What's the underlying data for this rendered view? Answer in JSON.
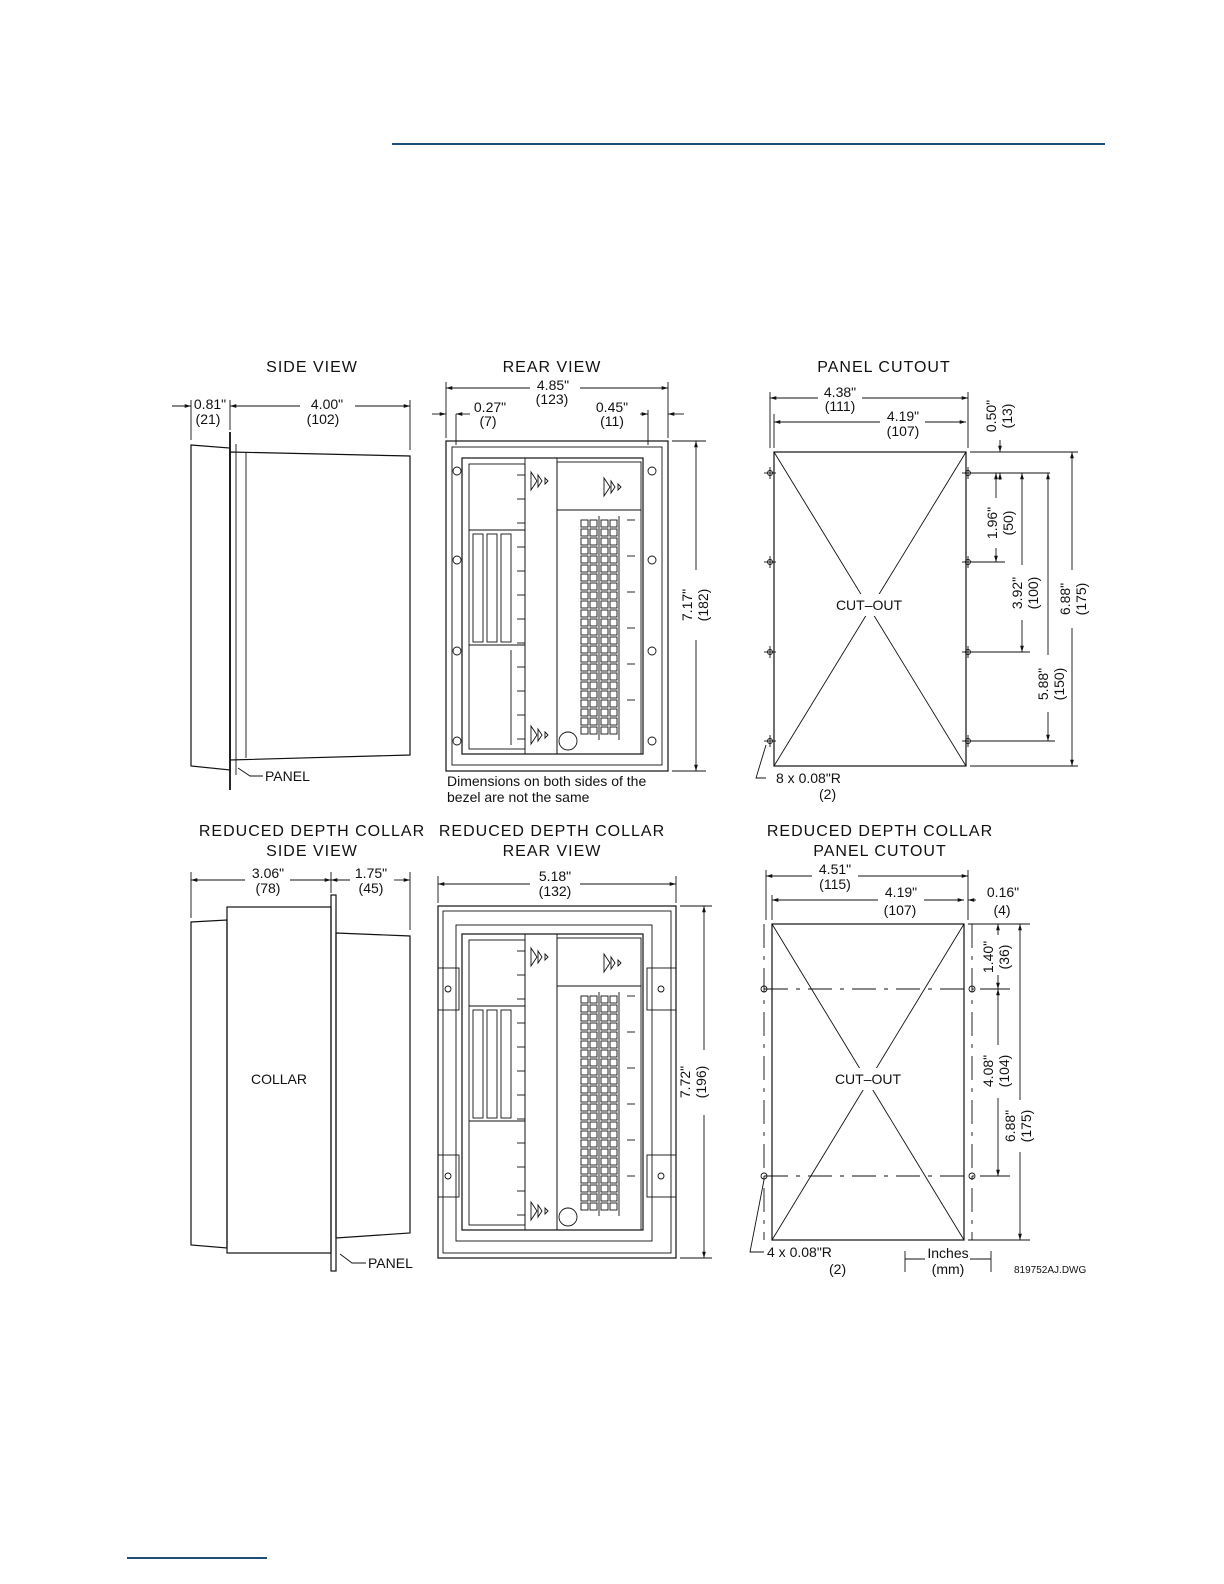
{
  "colors": {
    "rule": "#1f4e79",
    "ink": "#111111",
    "background": "#ffffff"
  },
  "titles": {
    "side_view": "SIDE  VIEW",
    "rear_view": "REAR  VIEW",
    "panel_cutout": "PANEL  CUTOUT",
    "rd_side_1": "REDUCED  DEPTH  COLLAR",
    "rd_side_2": "SIDE  VIEW",
    "rd_rear_1": "REDUCED  DEPTH  COLLAR",
    "rd_rear_2": "REAR  VIEW",
    "rd_cut_1": "REDUCED  DEPTH  COLLAR",
    "rd_cut_2": "PANEL  CUTOUT"
  },
  "side_view": {
    "dim_a_in": "0.81\"",
    "dim_a_mm": "(21)",
    "dim_b_in": "4.00\"",
    "dim_b_mm": "(102)",
    "panel_label": "PANEL"
  },
  "rear_view": {
    "width_in": "4.85\"",
    "width_mm": "(123)",
    "left_in": "0.27\"",
    "left_mm": "(7)",
    "right_in": "0.45\"",
    "right_mm": "(11)",
    "height_in": "7.17\"",
    "height_mm": "(182)",
    "note_line1": "Dimensions  on  both  sides  of  the",
    "note_line2": "bezel  are  not  the  same"
  },
  "panel_cutout": {
    "outer_w_in": "4.38\"",
    "outer_w_mm": "(111)",
    "inner_w_in": "4.19\"",
    "inner_w_mm": "(107)",
    "top_in": "0.50\"",
    "top_mm": "(13)",
    "d1_in": "1.96\"",
    "d1_mm": "(50)",
    "d2_in": "3.92\"",
    "d2_mm": "(100)",
    "d3_in": "5.88\"",
    "d3_mm": "(150)",
    "h_in": "6.88\"",
    "h_mm": "(175)",
    "center_label": "CUT–OUT",
    "holes_line1": "8  x  0.08\"R",
    "holes_line2": "(2)"
  },
  "rd_side_view": {
    "dim_a_in": "3.06\"",
    "dim_a_mm": "(78)",
    "dim_b_in": "1.75\"",
    "dim_b_mm": "(45)",
    "collar_label": "COLLAR",
    "panel_label": "PANEL"
  },
  "rd_rear_view": {
    "width_in": "5.18\"",
    "width_mm": "(132)",
    "height_in": "7.72\"",
    "height_mm": "(196)"
  },
  "rd_panel_cutout": {
    "outer_w_in": "4.51\"",
    "outer_w_mm": "(115)",
    "inner_w_in": "4.19\"",
    "inner_w_mm": "(107)",
    "side_in": "0.16\"",
    "side_mm": "(4)",
    "d1_in": "1.40\"",
    "d1_mm": "(36)",
    "d2_in": "4.08\"",
    "d2_mm": "(104)",
    "h_in": "6.88\"",
    "h_mm": "(175)",
    "center_label": "CUT–OUT",
    "holes_line1": "4  x  0.08\"R",
    "holes_line2": "(2)",
    "units_line1": "Inches",
    "units_line2": "(mm)",
    "drawing_id": "819752AJ.DWG"
  }
}
